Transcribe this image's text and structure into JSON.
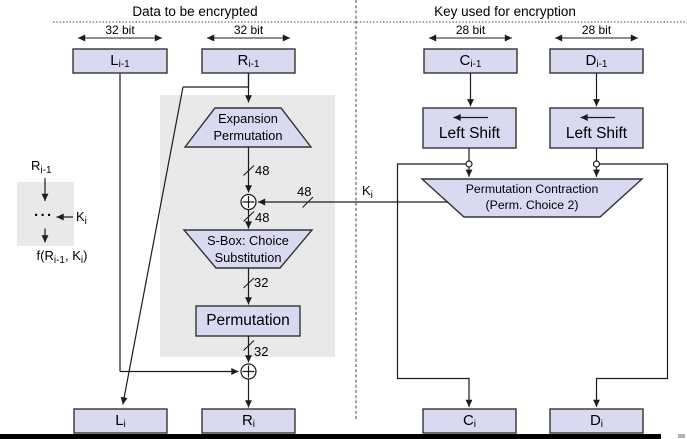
{
  "headers": {
    "data_side": "Data to be encrypted",
    "key_side": "Key used for encryption"
  },
  "bit_widths": {
    "l_prev": "32 bit",
    "r_prev": "32 bit",
    "c_prev": "28 bit",
    "d_prev": "28 bit"
  },
  "registers": {
    "l_prev": {
      "base": "L",
      "sub": "i-1"
    },
    "r_prev": {
      "base": "R",
      "sub": "i-1"
    },
    "c_prev": {
      "base": "C",
      "sub": "i-1"
    },
    "d_prev": {
      "base": "D",
      "sub": "i-1"
    },
    "l_next": {
      "base": "L",
      "sub": "i"
    },
    "r_next": {
      "base": "R",
      "sub": "i"
    },
    "c_next": {
      "base": "C",
      "sub": "i"
    },
    "d_next": {
      "base": "D",
      "sub": "i"
    }
  },
  "blocks": {
    "expansion_line1": "Expansion",
    "expansion_line2": "Permutation",
    "sbox_line1": "S-Box: Choice",
    "sbox_line2": "Substitution",
    "permutation": "Permutation",
    "left_shift_c": "Left Shift",
    "left_shift_d": "Left Shift",
    "pc_line1": "Permutation Contraction",
    "pc_line2": "(Perm. Choice 2)"
  },
  "wire_labels": {
    "expansion_out": "48",
    "key_in": "48",
    "xor_out": "48",
    "sbox_out": "32",
    "permutation_out": "32",
    "k": {
      "base": "K",
      "sub": "i"
    }
  },
  "legend": {
    "input": {
      "base": "R",
      "sub": "i-1"
    },
    "dots": "···",
    "key": {
      "base": "K",
      "sub": "i"
    },
    "f": {
      "p1": "f(R",
      "s1": "i-1",
      "p2": ", K",
      "s2": "i",
      "p3": ")"
    }
  },
  "colors": {
    "box_fill": "#d9d9f2",
    "box_border": "#333333",
    "panel_gray": "#e9e9e9",
    "line": "#1c1c1c",
    "bottom_bar": "#000000"
  }
}
